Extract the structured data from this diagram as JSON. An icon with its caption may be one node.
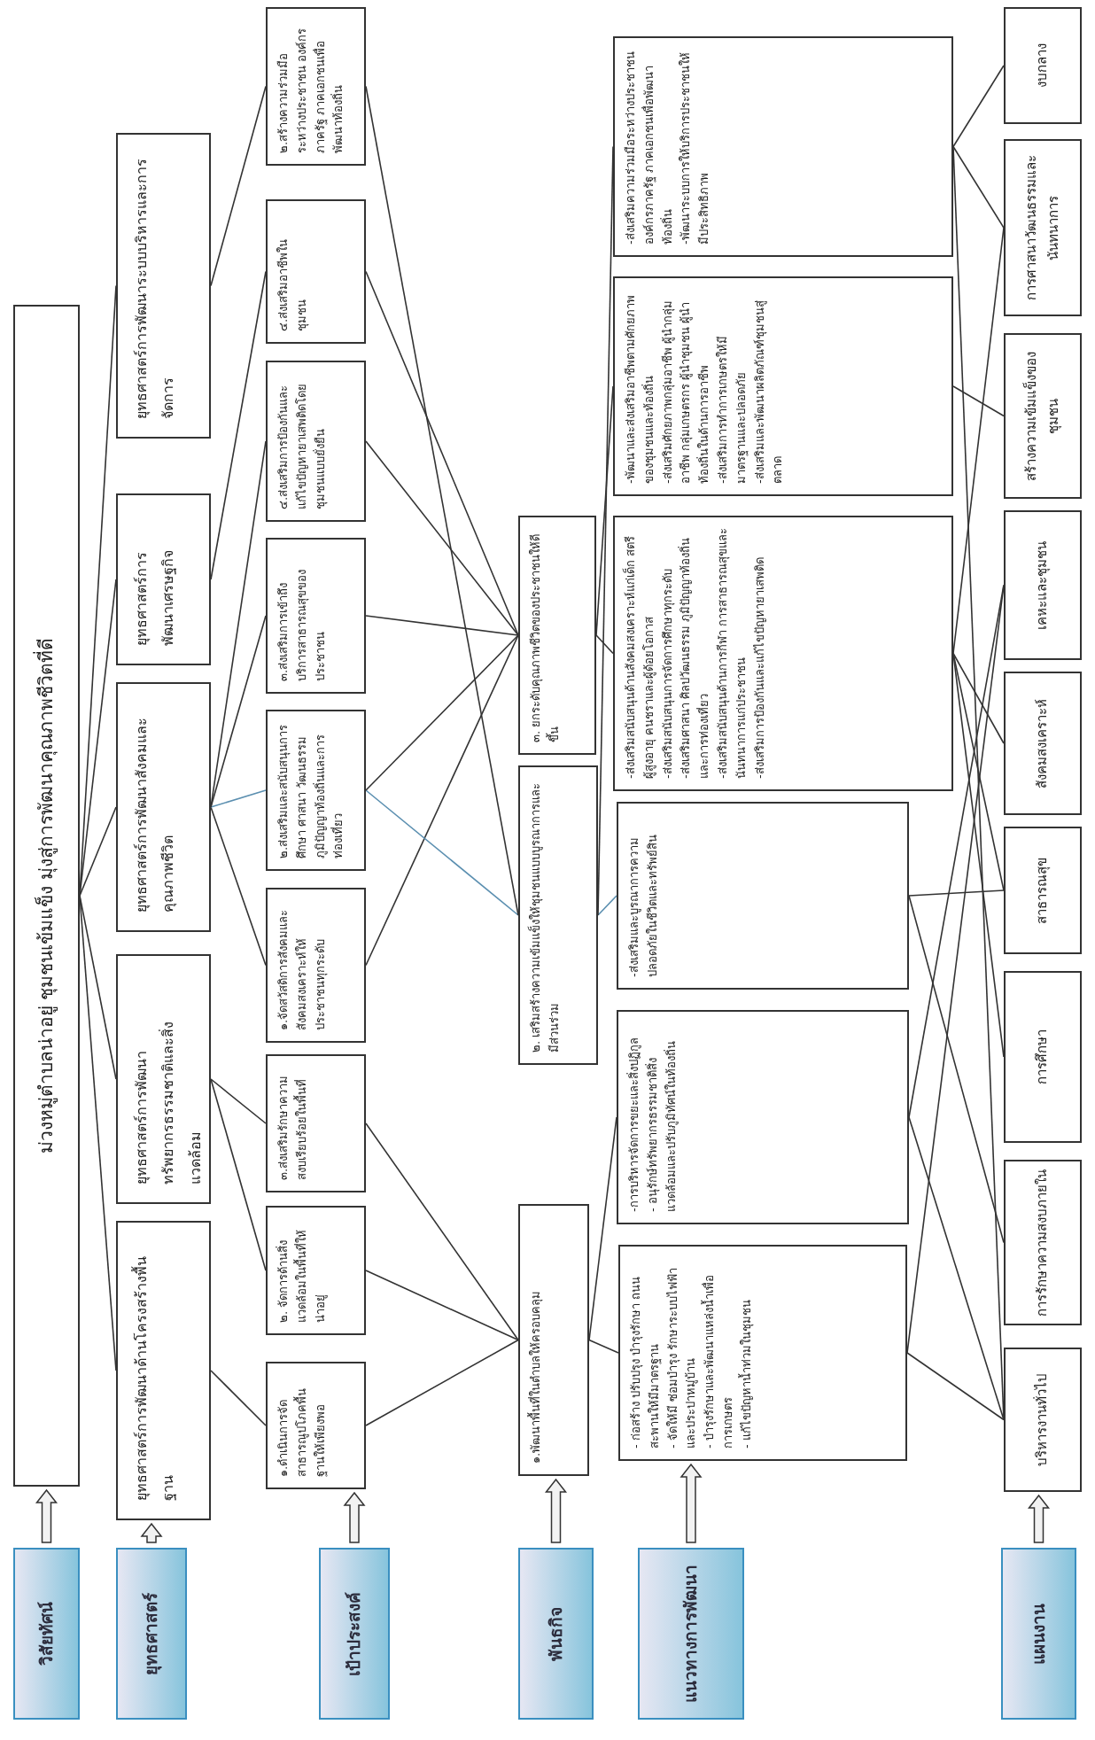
{
  "diagram": {
    "nodes": [
      {
        "text": [
          "วิสัยทัศน์"
        ]
      },
      {
        "text": [
          "ม่วงหมู่ตำบลน่าอยู่ ชุมชนเข้มแข็ง มุ่งสู่การพัฒนาคุณภาพชีวิตที่ดี"
        ]
      },
      {
        "text": [
          "ยุทธศาสตร์"
        ]
      },
      {
        "text": [
          "ยุทธศาสตร์การพัฒนาด้านโครงสร้างพื้นฐาน"
        ]
      },
      {
        "text": [
          "ยุทธศาสตร์การพัฒนาทรัพยากรธรรมชาติและสิ่งแวดล้อม"
        ]
      },
      {
        "text": [
          "ยุทธศาสตร์การพัฒนาสังคมและคุณภาพชีวิต"
        ]
      },
      {
        "text": [
          "ยุทธศาสตร์การพัฒนาเศรษฐกิจ"
        ]
      },
      {
        "text": [
          "ยุทธศาสตร์การพัฒนาระบบบริหารและการจัดการ"
        ]
      },
      {
        "text": [
          "เป้าประสงค์"
        ]
      },
      {
        "text": [
          "๑.ดำเนินการจัดสาธารณูปโภคพื้นฐานให้เพียงพอ"
        ]
      },
      {
        "text": [
          "๒. จัดการด้านสิ่งแวดล้อมในพื้นที่ให้น่าอยู่"
        ]
      },
      {
        "text": [
          "๓.ส่งเสริมรักษาความสงบเรียบร้อยในพื้นที่"
        ]
      },
      {
        "text": [
          "๑.จัดสวัสดิการสังคมและสังคมสงเคราะห์ให้ประชาชนทุกระดับ"
        ]
      },
      {
        "text": [
          "๒.ส่งเสริมและสนับสนุนการศึกษา ศาสนา วัฒนธรรม ภูมิปัญญาท้องถิ่นและการท่องเที่ยว"
        ]
      },
      {
        "text": [
          "๓.ส่งเสริมการเข้าถึงบริการสาธารณสุขของประชาชน"
        ]
      },
      {
        "text": [
          "๔.ส่งเสริมการป้องกันและแก้ไขปัญหายาเสพติดโดยชุมชนแบบยั่งยืน"
        ]
      },
      {
        "text": [
          "๔.ส่งเสริมอาชีพในชุมชน"
        ]
      },
      {
        "text": [
          "๒.สร้างความร่วมมือระหว่างประชาชน องค์กรภาครัฐ ภาคเอกชนเพื่อพัฒนาท้องถิ่น"
        ]
      },
      {
        "text": [
          "พันธกิจ"
        ]
      },
      {
        "text": [
          "๑.พัฒนาพื้นที่ในตำบลให้ครอบคลุม"
        ]
      },
      {
        "text": [
          "๒. เสริมสร้างความเข้มแข็งให้ชุมชนแบบบูรณาการและมีส่วนร่วม"
        ]
      },
      {
        "text": [
          "๓. ยกระดับคุณภาพชีวิตของประชาชนให้ดีขึ้น"
        ]
      },
      {
        "text": [
          "แนวทางการพัฒนา"
        ]
      },
      {
        "text": [
          "- ก่อสร้าง ปรับปรุง บำรุงรักษา ถนน สะพานให้มีมาตรฐาน",
          "- จัดให้มี ซ่อมบำรุง รักษาระบบไฟฟ้าและประปาหมู่บ้าน",
          "- บำรุงรักษาและพัฒนาแหล่งน้ำเพื่อการเกษตร",
          "- แก้ไขปัญหาน้ำท่วมในชุมชน"
        ]
      },
      {
        "text": [
          "-การบริหารจัดการขยะและสิ่งปฏิกูล",
          "- อนุรักษ์ทรัพยากรธรรมชาติสิ่งแวดล้อมและปรับภูมิทัศน์ในท้องถิ่น"
        ]
      },
      {
        "text": [
          "-ส่งเสริมและบูรณาการความปลอดภัยในชีวิตและทรัพย์สิน"
        ]
      },
      {
        "text": [
          "-ส่งเสริมสนับสนุนด้านสังคมสงเคราะห์แก่เด็ก สตรี ผู้สูงอายุ คนชราและผู้ด้อยโอกาส",
          "-ส่งเสริมสนับสนุนการจัดการศึกษาทุกระดับ",
          "-ส่งเสริมศาสนา ศิลปวัฒนธรรม ภูมิปัญญาท้องถิ่นและการท่องเที่ยว",
          "-ส่งเสริมสนับสนุนด้านการกีฬา การสาธารณสุขและนันทนาการแก่ประชาชน",
          "-ส่งเสริมการป้องกันและแก้ไขปัญหายาเสพติด"
        ]
      },
      {
        "text": [
          "-พัฒนาและส่งเสริมอาชีพตามศักยภาพของชุมชนและท้องถิ่น",
          "-ส่งเสริมศักยภาพกลุ่มอาชีพ ผู้นำกลุ่มอาชีพ กลุ่มเกษตรกร ผู้นำชุมชน ผู้นำท้องถิ่นในด้านการอาชีพ",
          "-ส่งเสริมการทำการเกษตรให้มีมาตรฐานและปลอดภัย",
          "-ส่งเสริมและพัฒนาผลิตภัณฑ์ชุมชนสู่ตลาด"
        ]
      },
      {
        "text": [
          "-ส่งเสริมความร่วมมือระหว่างประชาชนองค์กรภาครัฐ ภาคเอกชนเพื่อพัฒนาท้องถิ่น",
          "-พัฒนาระบบการให้บริการประชาชนให้มีประสิทธิภาพ"
        ]
      },
      {
        "text": [
          "แผนงาน"
        ]
      },
      {
        "text": [
          "บริหารงานทั่วไป"
        ]
      },
      {
        "text": [
          "การรักษาความสงบภายใน"
        ]
      },
      {
        "text": [
          "การศึกษา"
        ]
      },
      {
        "text": [
          "สาธารณสุข"
        ]
      },
      {
        "text": [
          "สังคมสงเคราะห์"
        ]
      },
      {
        "text": [
          "เคหะและชุมชน"
        ]
      },
      {
        "text": [
          "สร้างความเข้มแข็งของชุมชน"
        ]
      },
      {
        "text": [
          "การศาสนาวัฒนธรรมและนันทนาการ"
        ]
      },
      {
        "text": [
          "งบกลาง"
        ]
      }
    ],
    "edges": [
      {
        "from": 0,
        "to": 1,
        "arrow": "to",
        "style": "thick"
      },
      {
        "from": 2,
        "to": 3,
        "arrow": "to",
        "style": "thick"
      },
      {
        "from": 8,
        "to": 9,
        "arrow": "to",
        "style": "thick"
      },
      {
        "from": 18,
        "to": 19,
        "arrow": "to",
        "style": "thick"
      },
      {
        "from": 22,
        "to": 23,
        "arrow": "to",
        "style": "thick"
      },
      {
        "from": 29,
        "to": 30,
        "arrow": "to",
        "style": "thick"
      },
      {
        "from": 1,
        "to": 3,
        "arrow": "none"
      },
      {
        "from": 1,
        "to": 4,
        "arrow": "none"
      },
      {
        "from": 1,
        "to": 5,
        "arrow": "none"
      },
      {
        "from": 1,
        "to": 6,
        "arrow": "none"
      },
      {
        "from": 1,
        "to": 7,
        "arrow": "none"
      },
      {
        "from": 3,
        "to": 9,
        "arrow": "none"
      },
      {
        "from": 4,
        "to": 10,
        "arrow": "none"
      },
      {
        "from": 4,
        "to": 11,
        "arrow": "none"
      },
      {
        "from": 5,
        "to": 12,
        "arrow": "none"
      },
      {
        "from": 5,
        "to": 13,
        "arrow": "none",
        "color": "#5b8fb0"
      },
      {
        "from": 5,
        "to": 14,
        "arrow": "none"
      },
      {
        "from": 5,
        "to": 15,
        "arrow": "none"
      },
      {
        "from": 6,
        "to": 16,
        "arrow": "none"
      },
      {
        "from": 7,
        "to": 17,
        "arrow": "none"
      },
      {
        "from": 9,
        "to": 19,
        "arrow": "none"
      },
      {
        "from": 10,
        "to": 19,
        "arrow": "none"
      },
      {
        "from": 11,
        "to": 19,
        "arrow": "none"
      },
      {
        "from": 12,
        "to": 21,
        "arrow": "none"
      },
      {
        "from": 13,
        "to": 20,
        "arrow": "none",
        "color": "#5b8fb0"
      },
      {
        "from": 13,
        "to": 21,
        "arrow": "none"
      },
      {
        "from": 14,
        "to": 21,
        "arrow": "none"
      },
      {
        "from": 15,
        "to": 21,
        "arrow": "none"
      },
      {
        "from": 16,
        "to": 21,
        "arrow": "none"
      },
      {
        "from": 17,
        "to": 20,
        "arrow": "none"
      },
      {
        "from": 19,
        "to": 23,
        "arrow": "none"
      },
      {
        "from": 19,
        "to": 24,
        "arrow": "none"
      },
      {
        "from": 20,
        "to": 25,
        "arrow": "none",
        "color": "#5b8fb0"
      },
      {
        "from": 20,
        "to": 28,
        "arrow": "none"
      },
      {
        "from": 21,
        "to": 26,
        "arrow": "none"
      },
      {
        "from": 21,
        "to": 27,
        "arrow": "none"
      },
      {
        "from": 23,
        "to": 35,
        "arrow": "none"
      },
      {
        "from": 23,
        "to": 30,
        "arrow": "none"
      },
      {
        "from": 24,
        "to": 35,
        "arrow": "none"
      },
      {
        "from": 24,
        "to": 30,
        "arrow": "none"
      },
      {
        "from": 25,
        "to": 31,
        "arrow": "none"
      },
      {
        "from": 25,
        "to": 33,
        "arrow": "none"
      },
      {
        "from": 26,
        "to": 32,
        "arrow": "none"
      },
      {
        "from": 26,
        "to": 33,
        "arrow": "none"
      },
      {
        "from": 26,
        "to": 34,
        "arrow": "none"
      },
      {
        "from": 26,
        "to": 37,
        "arrow": "none"
      },
      {
        "from": 27,
        "to": 36,
        "arrow": "none"
      },
      {
        "from": 28,
        "to": 38,
        "arrow": "none"
      },
      {
        "from": 28,
        "to": 37,
        "arrow": "none"
      },
      {
        "from": 28,
        "to": 30,
        "arrow": "none"
      }
    ]
  }
}
